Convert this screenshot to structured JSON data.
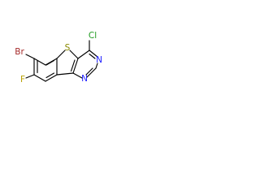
{
  "molecule": {
    "labels": {
      "sulfur": "S",
      "chlorine": "Cl",
      "bromine": "Br",
      "fluorine": "F",
      "nitrogen_upper": "N",
      "nitrogen_lower": "N"
    },
    "colors": {
      "bond": "#000000",
      "S": "#8a8a00",
      "Cl": "#1f9a1f",
      "Br": "#a52a2a",
      "F": "#b8a000",
      "N": "#1e1eff"
    }
  }
}
